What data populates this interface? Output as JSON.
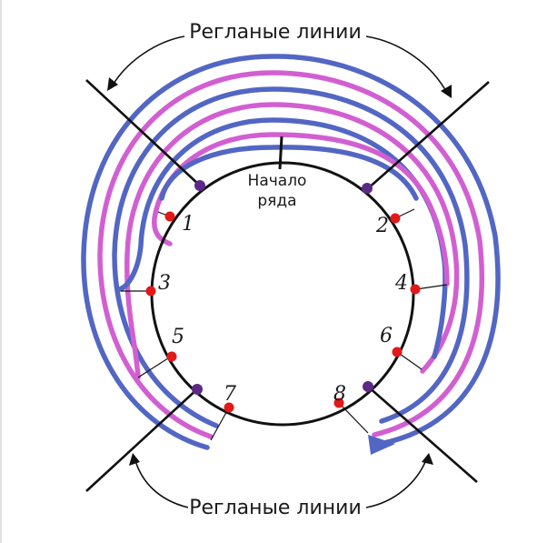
{
  "title_top": "Регланые линии",
  "title_bottom": "Регланые линии",
  "center_label_line1": "Начало",
  "center_label_line2": "ряда",
  "start_mark": "1",
  "markers": [
    "1",
    "2",
    "3",
    "4",
    "5",
    "6",
    "7",
    "8"
  ],
  "colors": {
    "blue": "#5266c4",
    "pink": "#d25fd2",
    "red_dot": "#e31818",
    "purple_dot": "#5c2a86",
    "ink": "#111111"
  }
}
